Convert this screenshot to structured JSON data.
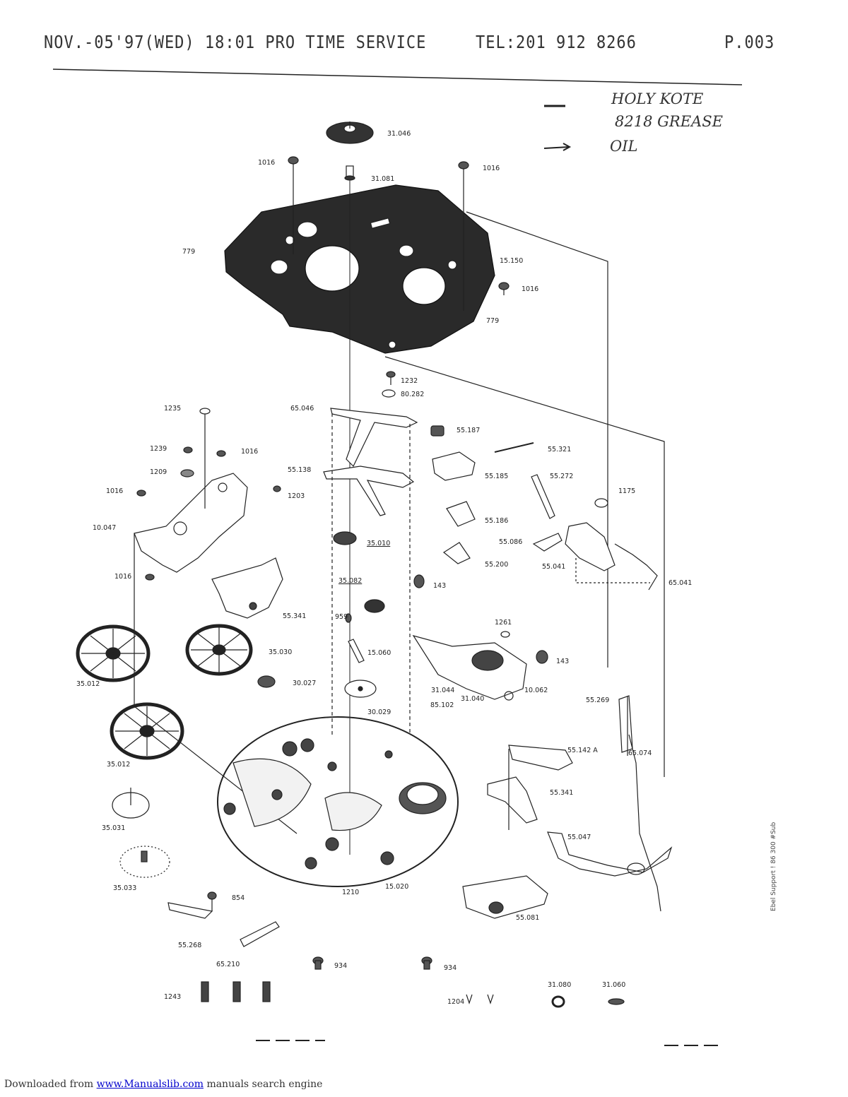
{
  "fax_header": {
    "left": "NOV.-05'97(WED) 18:01   PRO TIME SERVICE",
    "tel": "TEL:201 912 8266",
    "page": "P.003"
  },
  "legend": {
    "line1": "HOLY KOTE",
    "line2": "8218 GREASE",
    "line3": "OIL"
  },
  "parts": {
    "p31046": "31.046",
    "p1016a": "1016",
    "p31081": "31.081",
    "p1016b": "1016",
    "p779a": "779",
    "p15150": "15.150",
    "p1016c": "1016",
    "p779b": "779",
    "p1232": "1232",
    "p80282": "80.282",
    "p1235": "1235",
    "p65046": "65.046",
    "p55187": "55.187",
    "p55321": "55.321",
    "p1239": "1239",
    "p1016d": "1016",
    "p1209": "1209",
    "p55138": "55.138",
    "p55185": "55.185",
    "p55272": "55.272",
    "p1016e": "1016",
    "p1203": "1203",
    "p1175": "1175",
    "p10047": "10.047",
    "p55186": "55.186",
    "p35010": "35.010",
    "p55086": "55.086",
    "p55200": "55.200",
    "p55041": "55.041",
    "p1016f": "1016",
    "p35082": "35.082",
    "p143a": "143",
    "p65041": "65.041",
    "p55341a": "55.341",
    "p959": "959",
    "p1261": "1261",
    "p35030": "35.030",
    "p15060": "15.060",
    "p143b": "143",
    "p35012a": "35.012",
    "p30027": "30.027",
    "p31044": "31.044",
    "p31040": "31.040",
    "p10062": "10.062",
    "p85102": "85.102",
    "p30029": "30.029",
    "p55269": "55.269",
    "p55142A": "55.142 A",
    "p65074": "65.074",
    "p35012b": "35.012",
    "p55341b": "55.341",
    "p35031": "35.031",
    "p55047": "55.047",
    "p35033": "35.033",
    "p1210": "1210",
    "p15020": "15.020",
    "p854": "854",
    "p55081": "55.081",
    "p55268": "55.268",
    "p65210": "65.210",
    "p934a": "934",
    "p934b": "934",
    "p31080": "31.080",
    "p31060": "31.060",
    "p1243": "1243",
    "p1204": "1204"
  },
  "side_note": "Ebel Support ! 86 300 #Sub",
  "footer": {
    "prefix": "Downloaded from",
    "link": "www.Manualslib.com",
    "suffix": "manuals search engine"
  }
}
